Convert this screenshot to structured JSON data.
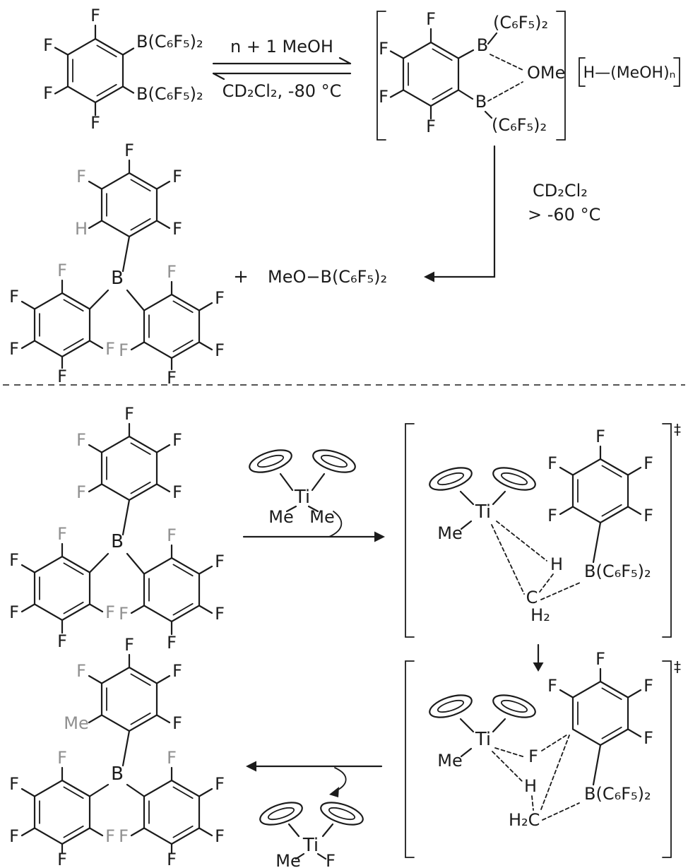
{
  "colors": {
    "ink": "#1b1b1b",
    "muted": "#8f8f8f",
    "background": "#ffffff"
  },
  "scheme1": {
    "diborane": {
      "f_top": "F",
      "f_upper_left": "F",
      "f_lower_left": "F",
      "f_bottom": "F",
      "boryl_upper": "B(C₆F₅)₂",
      "boryl_lower": "B(C₆F₅)₂"
    },
    "equilibrium": {
      "above": "n + 1 MeOH",
      "below": "CD₂Cl₂, -80 °C"
    },
    "chelate": {
      "f_top": "F",
      "f_upper_left": "F",
      "f_lower_left": "F",
      "f_bottom": "F",
      "boron_upper": "B",
      "boron_lower": "B",
      "aryl_upper": "(C₆F₅)₂",
      "aryl_lower": "(C₆F₅)₂",
      "methoxy": "OMe"
    },
    "proton_adduct": "H—(MeOH)ₙ",
    "elimination": {
      "solvent": "CD₂Cl₂",
      "temperature": "> -60 °C"
    },
    "plus_sign": "+",
    "byproduct": "MeO−B(C₆F₅)₂",
    "product": {
      "boron": "B",
      "top_ring": {
        "top": "F",
        "upper_right": "F",
        "lower_right": "F",
        "upper_left": "F",
        "lower_left": "H"
      },
      "left_ring": {
        "top": "F",
        "upper_left": "F",
        "lower_left": "F",
        "bottom": "F",
        "lower_right": "F"
      },
      "right_ring": {
        "top": "F",
        "upper_right": "F",
        "lower_right": "F",
        "bottom": "F",
        "lower_left": "F"
      }
    }
  },
  "scheme2": {
    "start": {
      "boron": "B",
      "top_ring": {
        "top": "F",
        "upper_right": "F",
        "lower_right": "F",
        "upper_left": "F",
        "lower_left": "F"
      },
      "left_ring": {
        "top": "F",
        "upper_left": "F",
        "lower_left": "F",
        "bottom": "F",
        "lower_right": "F"
      },
      "right_ring": {
        "top": "F",
        "upper_right": "F",
        "lower_right": "F",
        "bottom": "F",
        "lower_left": "F"
      }
    },
    "titanocene_dimethyl": {
      "titanium": "Ti",
      "methyl_left": "Me",
      "methyl_right": "Me"
    },
    "ts1": {
      "dagger": "‡",
      "titanium": "Ti",
      "methyl": "Me",
      "hydride": "H",
      "carbon": "C",
      "h2": "H₂",
      "boryl": "B(C₆F₅)₂",
      "ring": {
        "top": "F",
        "upper_right": "F",
        "lower_right": "F",
        "upper_left": "F",
        "lower_left": "F"
      }
    },
    "ts2": {
      "dagger": "‡",
      "titanium": "Ti",
      "methyl": "Me",
      "fluoride": "F",
      "hydride": "H",
      "methylene": "H₂C",
      "boryl": "B(C₆F₅)₂",
      "ring": {
        "top": "F",
        "upper_right": "F",
        "lower_right": "F",
        "upper_left": "F"
      }
    },
    "titanocene_byproduct": {
      "titanium": "Ti",
      "methyl": "Me",
      "fluoride": "F"
    },
    "product": {
      "boron": "B",
      "top_ring": {
        "top": "F",
        "upper_right": "F",
        "lower_right": "F",
        "upper_left": "F",
        "lower_left": "Me"
      },
      "left_ring": {
        "top": "F",
        "upper_left": "F",
        "lower_left": "F",
        "bottom": "F",
        "lower_right": "F"
      },
      "right_ring": {
        "top": "F",
        "upper_right": "F",
        "lower_right": "F",
        "bottom": "F",
        "lower_left": "F"
      }
    }
  }
}
